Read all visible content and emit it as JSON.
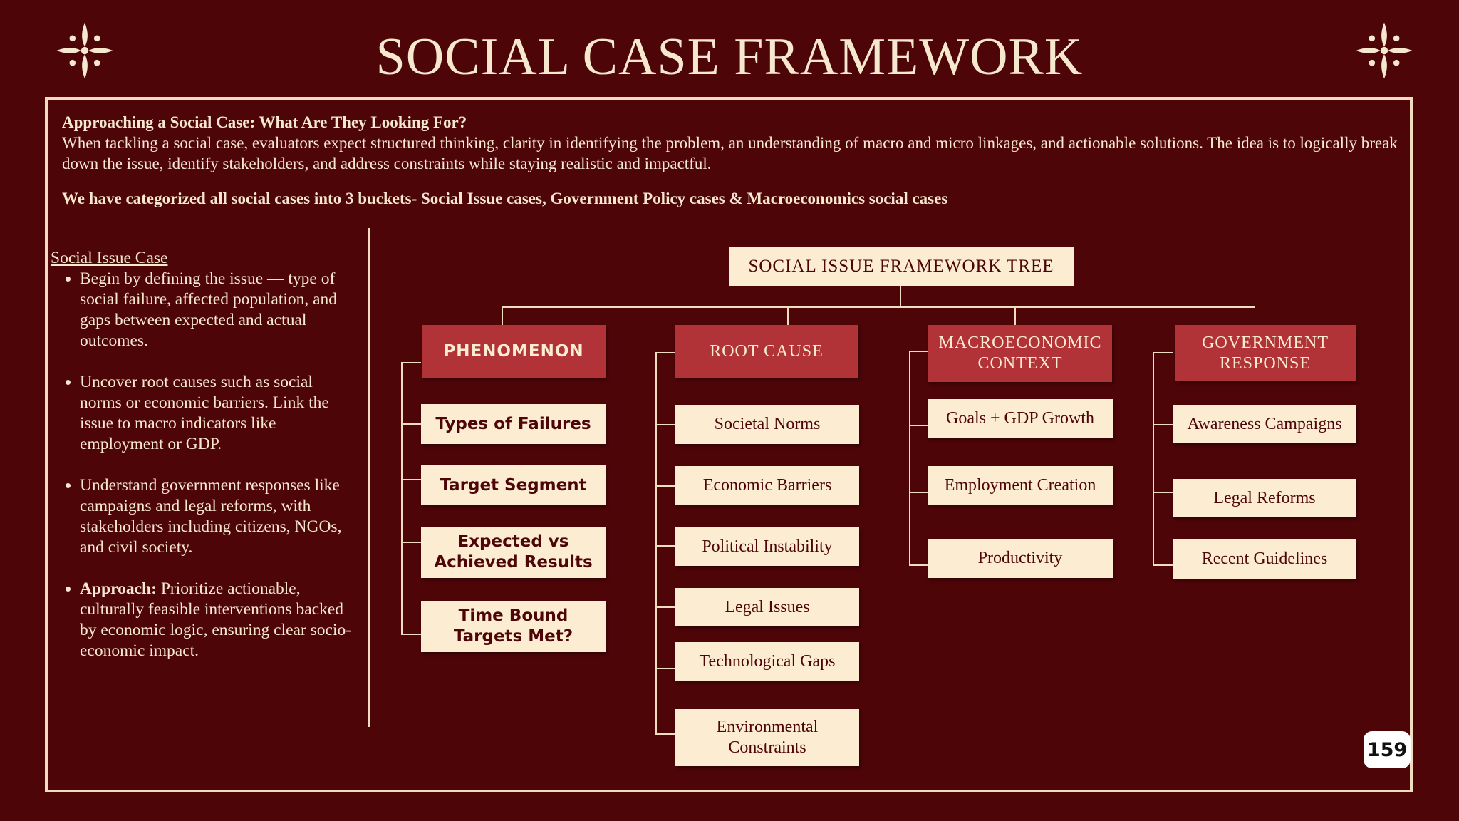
{
  "title": "SOCIAL CASE FRAMEWORK",
  "intro": {
    "heading": "Approaching a Social Case: What Are They Looking For?",
    "body": "When tackling a social case, evaluators expect structured thinking, clarity in identifying the problem, an understanding of macro and micro linkages, and actionable solutions. The idea is to logically break down the issue, identify stakeholders, and address constraints while staying realistic and impactful.",
    "buckets": "We have categorized all social cases into 3 buckets- Social Issue cases, Government Policy cases & Macroeconomics social cases"
  },
  "social_issue_case": {
    "title": "Social Issue Case",
    "bullets": [
      "Begin by defining the issue — type of social failure, affected population, and gaps between expected and actual outcomes.",
      "Uncover root causes such as social norms or economic barriers. Link the issue to macro indicators like employment or GDP.",
      "Understand government responses like campaigns and legal reforms, with stakeholders including citizens, NGOs, and civil society."
    ],
    "approach_label": "Approach:",
    "approach_text": " Prioritize actionable, culturally feasible interventions backed by economic logic, ensuring clear socio-economic impact."
  },
  "tree": {
    "title": "SOCIAL ISSUE FRAMEWORK TREE",
    "phenomenon": {
      "header": "PHENOMENON",
      "items": [
        "Types of Failures",
        "Target Segment",
        "Expected vs Achieved Results",
        "Time Bound Targets Met?"
      ]
    },
    "root_cause": {
      "header": "ROOT CAUSE",
      "items": [
        "Societal Norms",
        "Economic Barriers",
        "Political Instability",
        "Legal Issues",
        "Technological Gaps",
        "Environmental Constraints"
      ]
    },
    "macro": {
      "header": "MACROECONOMIC CONTEXT",
      "items": [
        "Goals + GDP Growth",
        "Employment Creation",
        "Productivity"
      ]
    },
    "government": {
      "header": "GOVERNMENT RESPONSE",
      "items": [
        "Awareness Campaigns",
        "Legal Reforms",
        "Recent Guidelines"
      ]
    }
  },
  "page_number": "159",
  "colors": {
    "background": "#4e0508",
    "accent_red": "#b13338",
    "cream": "#fbecd2"
  },
  "icons": {
    "ornament": "ornament-icon"
  }
}
